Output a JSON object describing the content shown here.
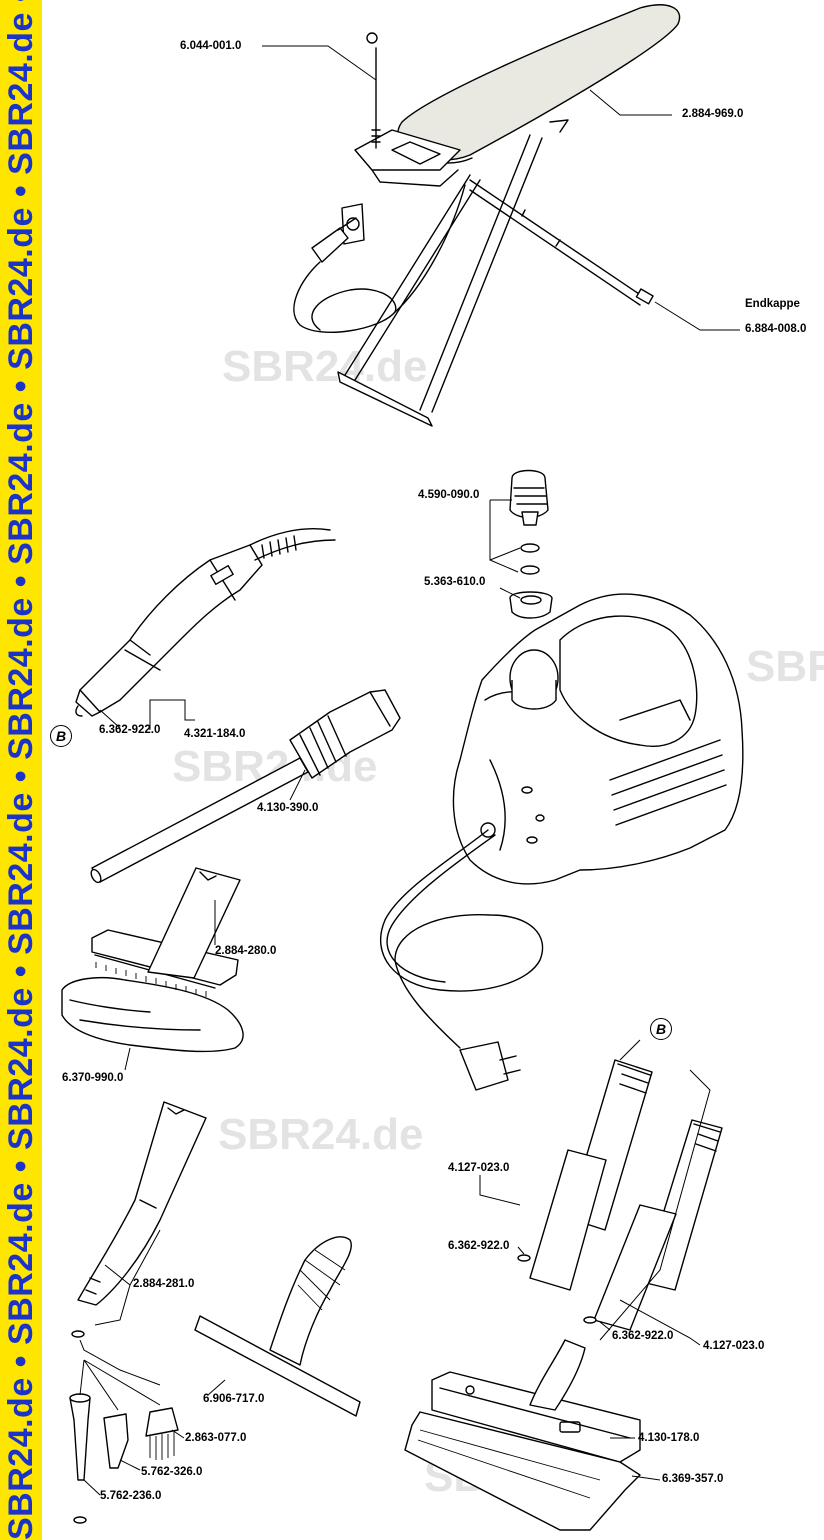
{
  "banner": {
    "text": "SBR24.de • SBR24.de • SBR24.de • SBR24.de • SBR24.de • SBR24.de • SBR24.de • SBR24.de • SBR24.de"
  },
  "watermarks": [
    "SBR24.de",
    "SBR24.de",
    "SBF",
    "SBR24.de",
    "SBR24.de"
  ],
  "labels": {
    "p6044001": "6.044-001.0",
    "p2884969": "2.884-969.0",
    "endkappe": "Endkappe",
    "p6884008": "6.884-008.0",
    "p4590090": "4.590-090.0",
    "p5363610": "5.363-610.0",
    "p6362922a": "6.362-922.0",
    "p4321184": "4.321-184.0",
    "p4130390": "4.130-390.0",
    "p2884280": "2.884-280.0",
    "p6370990": "6.370-990.0",
    "p4127023a": "4.127-023.0",
    "p6362922b": "6.362-922.0",
    "p2884281": "2.884-281.0",
    "p6362922c": "6.362-922.0",
    "p4127023b": "4.127-023.0",
    "p6906717": "6.906-717.0",
    "p2863077": "2.863-077.0",
    "p5762326": "5.762-326.0",
    "p5762236": "5.762-236.0",
    "p4130178": "4.130-178.0",
    "p6369357": "6.369-357.0"
  },
  "markers": {
    "b1": "B",
    "b2": "B"
  }
}
